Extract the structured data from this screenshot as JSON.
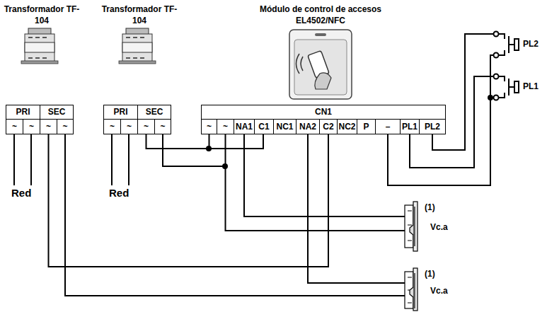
{
  "diagram": {
    "nodes": [
      {
        "text": [
          "Transformador TF-104",
          "PRI",
          "SEC",
          "~",
          "~",
          "~",
          "~"
        ]
      },
      {
        "text": [
          "Transformador TF-104",
          "PRI",
          "SEC",
          "~",
          "~",
          "~",
          "~"
        ]
      },
      {
        "text": [
          "Módulo de control de accesos EL4502/NFC",
          "CN1",
          "~",
          "~",
          "NA1",
          "C1",
          "NC1",
          "NA2",
          "C2",
          "NC2",
          "P",
          "–",
          "PL1",
          "PL2"
        ]
      },
      {
        "text": [
          "PL2"
        ]
      },
      {
        "text": [
          "PL1"
        ]
      },
      {
        "text": [
          "(1)",
          "Vc.a"
        ]
      },
      {
        "text": [
          "(1)",
          "Vc.a"
        ]
      }
    ],
    "edges": [
      {
        "from": 1,
        "to": 2,
        "arrow": "none"
      },
      {
        "from": 1,
        "to": 2,
        "arrow": "none"
      },
      {
        "from": 1,
        "to": 5,
        "arrow": "none"
      },
      {
        "from": 2,
        "to": 5,
        "arrow": "none"
      },
      {
        "from": 0,
        "to": 2,
        "arrow": "none"
      },
      {
        "from": 0,
        "to": 6,
        "arrow": "none"
      },
      {
        "from": 2,
        "to": 6,
        "arrow": "none"
      },
      {
        "from": 2,
        "to": 3,
        "arrow": "none"
      },
      {
        "from": 2,
        "to": 4,
        "arrow": "none"
      },
      {
        "from": 2,
        "to": 3,
        "arrow": "none"
      },
      {
        "from": 2,
        "to": 4,
        "arrow": "none"
      }
    ],
    "labels": [
      "Red",
      "Red"
    ]
  }
}
